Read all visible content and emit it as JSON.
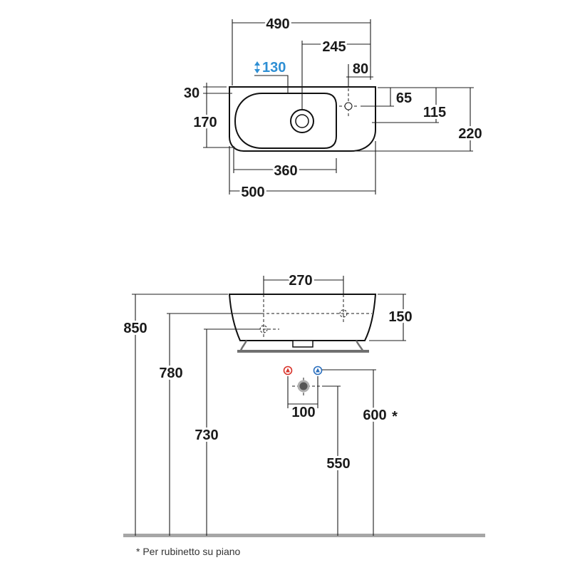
{
  "plan_view": {
    "width_490": "490",
    "drain_to_edge_245": "245",
    "bowl_depth": "130",
    "faucet_to_edge_80": "80",
    "rim_30": "30",
    "bowl_170": "170",
    "faucet_to_back_65": "65",
    "end_depth_115": "115",
    "depth_220": "220",
    "bowl_length_360": "360",
    "length_500": "500"
  },
  "elevation_view": {
    "holes_270": "270",
    "height_150": "150",
    "rim_height_850": "850",
    "hole_height_780": "780",
    "hole_height_730": "730",
    "supply_spacing_100": "100",
    "supply_height_600": "600",
    "supply_height_mark": "*",
    "drain_height_550": "550"
  },
  "footnote": "* Per rubinetto su piano",
  "icons": {
    "depth_marker": "up-down-arrow-icon",
    "hot_supply": "hot-water-inlet-icon",
    "cold_supply": "cold-water-inlet-icon",
    "drain_outlet": "drain-outlet-icon"
  },
  "colors": {
    "accent": "#2e8fd4",
    "hot": "#d8332a",
    "cold": "#2a6fbe",
    "floor": "#a6a6a6",
    "support": "#707070",
    "drain_fill": "#555555"
  }
}
